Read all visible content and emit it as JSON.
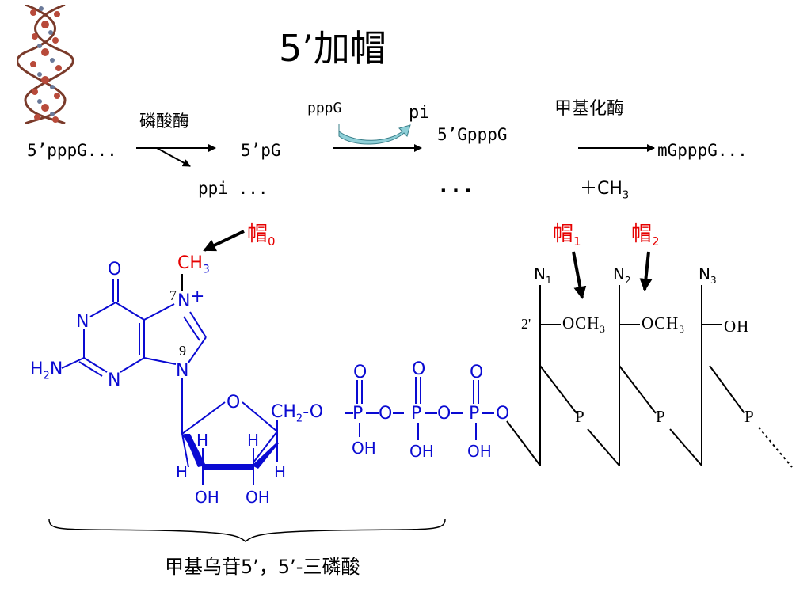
{
  "title": "5’加帽",
  "reaction": {
    "reactant": "5’pppG...",
    "enzyme1": "磷酸酶",
    "product1": "5’pG",
    "byproduct1": "ppi ...",
    "cofactor": "pppG",
    "released": "pi",
    "product2": "5’GpppG",
    "product2_sub": "...",
    "enzyme2": "甲基化酶",
    "product3": "mGpppG...",
    "methyl": "＋CH",
    "methyl_sub": "3"
  },
  "caps": {
    "cap0": "帽",
    "cap0_sub": "0",
    "cap1": "帽",
    "cap1_sub": "1",
    "cap2": "帽",
    "cap2_sub": "2"
  },
  "molecule": {
    "methyl_group": "CH",
    "methyl_sub": "3",
    "n7": "7",
    "n7_label": "N",
    "charge": "+",
    "n9": "9",
    "n9_label": "N",
    "carbonyl_o": "O",
    "n1": "N",
    "n3": "N",
    "amino": "H",
    "amino_sub": "2",
    "amino_n": "N",
    "ring_o": "O",
    "ch2": "CH",
    "ch2_sub": "2",
    "ch2_link": "-O",
    "p_label": "P",
    "o_label": "O",
    "oh_label": "OH",
    "h_label": "H",
    "oh1": "OH",
    "oh2": "OH"
  },
  "chain": {
    "n1": "N",
    "n1_sub": "1",
    "n2": "N",
    "n2_sub": "2",
    "n3": "N",
    "n3_sub": "3",
    "pos2": "2'",
    "och3_a": "OCH",
    "och3_a_sub": "3",
    "och3_b": "OCH",
    "och3_b_sub": "3",
    "oh": "OH",
    "p": "P"
  },
  "caption": "甲基乌苷5’，5’-三磷酸",
  "colors": {
    "blue": "#0a0ad2",
    "red": "#e60000",
    "black": "#000000",
    "arrow_fill": "#8fd0d8"
  }
}
